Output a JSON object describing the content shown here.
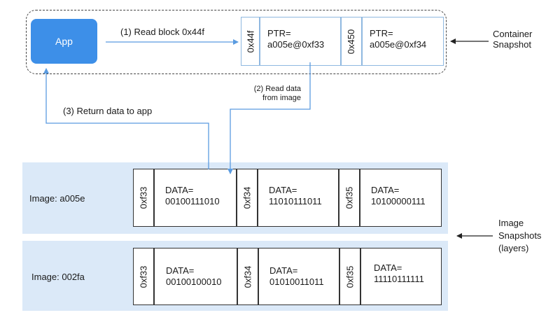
{
  "app": {
    "label": "App"
  },
  "container": {
    "label_line1": "Container",
    "label_line2": "Snapshot",
    "blocks": [
      {
        "id": "0x44f",
        "ptr_line1": "PTR=",
        "ptr_line2": "a005e@0xf33"
      },
      {
        "id": "0x450",
        "ptr_line1": "PTR=",
        "ptr_line2": "a005e@0xf34"
      }
    ]
  },
  "steps": {
    "read_block": "(1) Read block 0x44f",
    "read_data_line1": "(2) Read data",
    "read_data_line2": "from image",
    "return_data": "(3) Return data to app"
  },
  "images": [
    {
      "label": "Image: a005e",
      "blocks": [
        {
          "id": "0xf33",
          "data_line1": "DATA=",
          "data_line2": "00100111010"
        },
        {
          "id": "0xf34",
          "data_line1": "DATA=",
          "data_line2": "11010111011"
        },
        {
          "id": "0xf35",
          "data_line1": "DATA=",
          "data_line2": "10100000111"
        }
      ]
    },
    {
      "label": "Image: 002fa",
      "blocks": [
        {
          "id": "0xf33",
          "data_line1": "DATA=",
          "data_line2": "00100100010"
        },
        {
          "id": "0xf34",
          "data_line1": "DATA=",
          "data_line2": "01010011011"
        },
        {
          "id": "0xf35",
          "data_line1": "DATA=",
          "data_line2": "11110111111"
        }
      ]
    }
  ],
  "image_snapshots": {
    "line1": "Image",
    "line2": "Snapshots",
    "line3": "(layers)"
  },
  "colors": {
    "app_fill": "#3d8fe8",
    "band_fill": "#dbe9f8",
    "arrow_blue": "#5a9be0",
    "arrow_dark": "#222222"
  }
}
